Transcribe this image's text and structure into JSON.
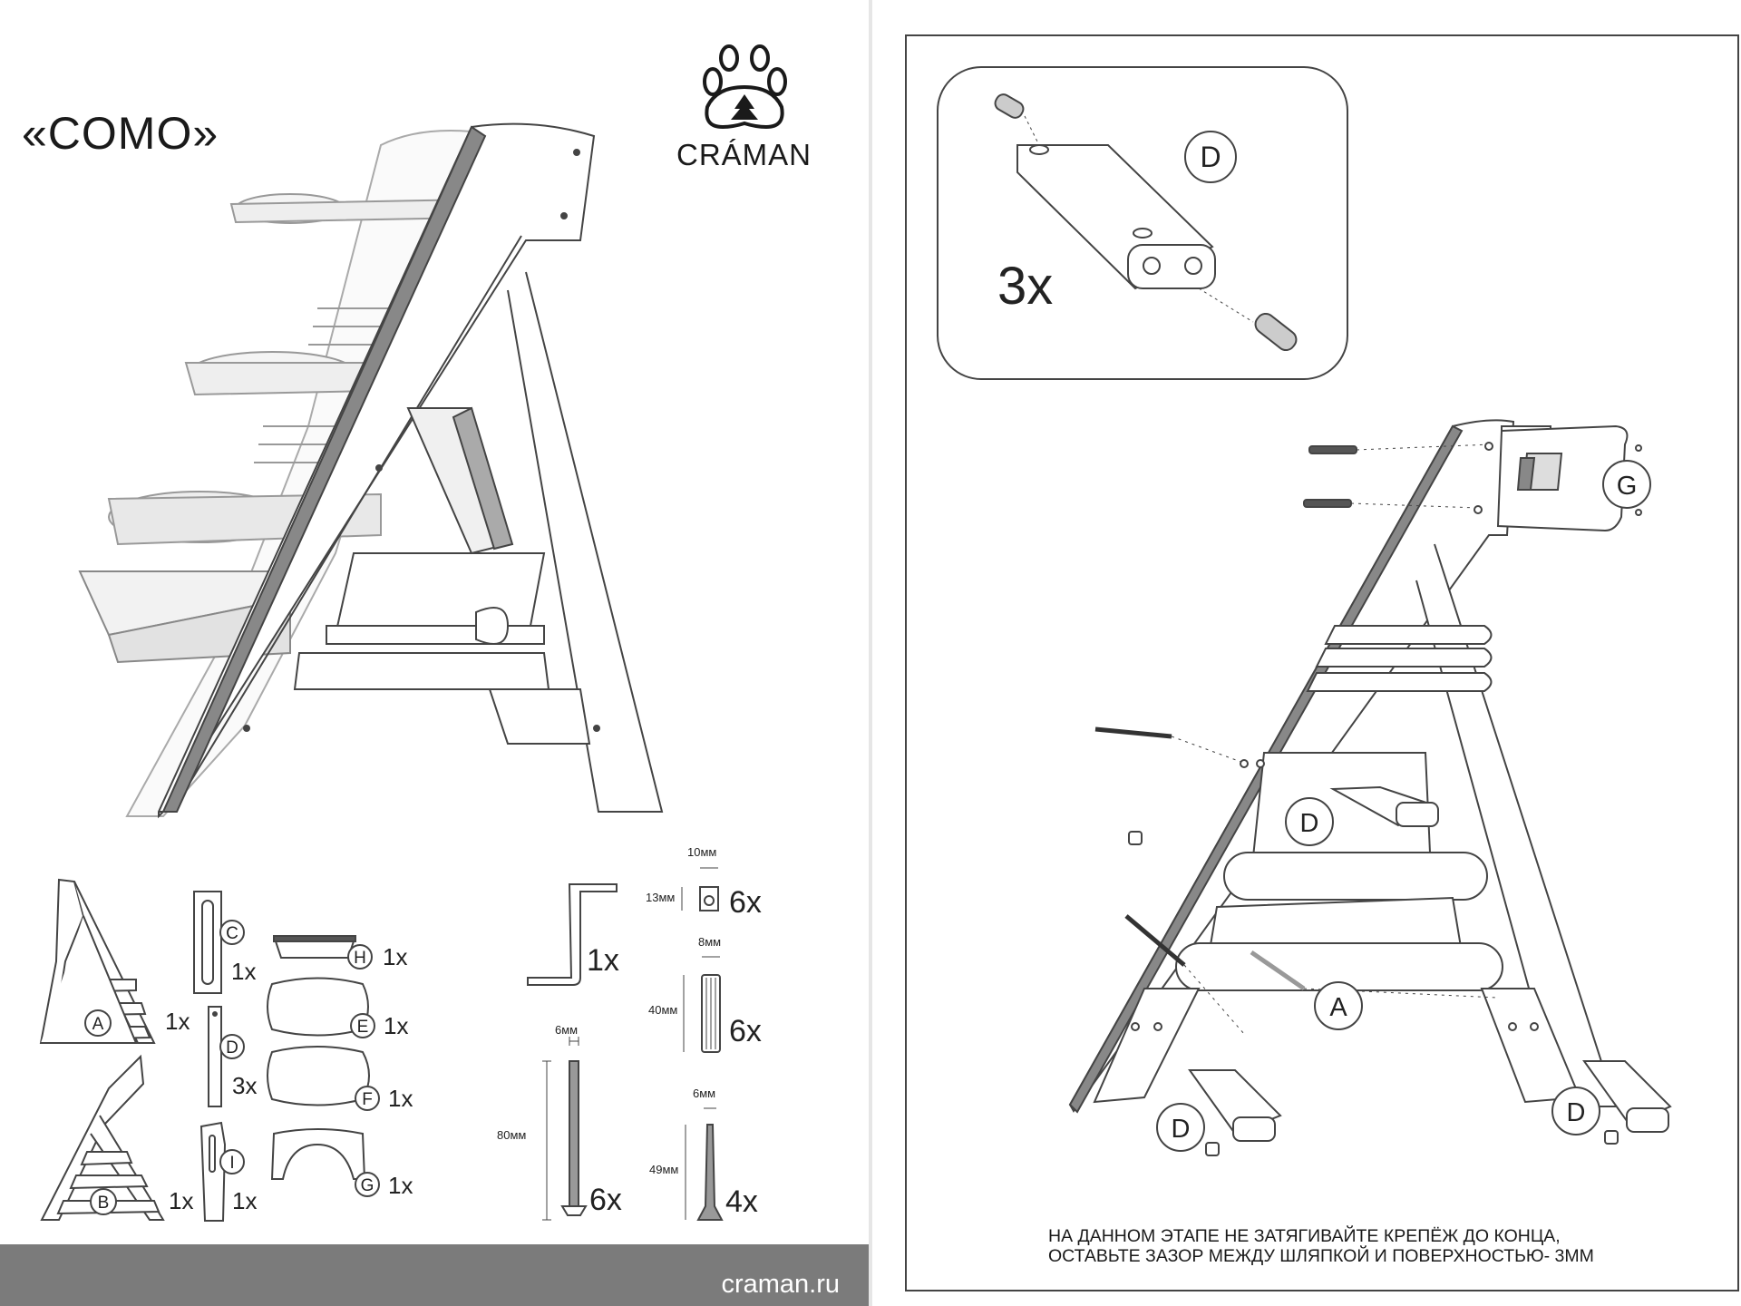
{
  "left_page": {
    "title": "«COMO»",
    "brand": "CRÁMAN",
    "footer_url": "craman.ru",
    "parts": [
      {
        "letter": "A",
        "qty": "1x"
      },
      {
        "letter": "B",
        "qty": "1x"
      },
      {
        "letter": "C",
        "qty": "1x"
      },
      {
        "letter": "D",
        "qty": "3x"
      },
      {
        "letter": "I",
        "qty": "1x"
      },
      {
        "letter": "H",
        "qty": "1x"
      },
      {
        "letter": "E",
        "qty": "1x"
      },
      {
        "letter": "F",
        "qty": "1x"
      },
      {
        "letter": "G",
        "qty": "1x"
      }
    ],
    "hardware": {
      "hex_key": {
        "qty": "1x"
      },
      "bolt": {
        "qty": "6x",
        "width": "6мм",
        "length": "80мм"
      },
      "nut": {
        "qty": "6x",
        "width": "10мм",
        "height": "13мм"
      },
      "dowel": {
        "qty": "6x",
        "width": "8мм",
        "length": "40мм"
      },
      "screw": {
        "qty": "4x",
        "width": "6мм",
        "length": "49мм"
      }
    }
  },
  "right_page": {
    "inset": {
      "qty": "3x",
      "part": "D"
    },
    "labels": {
      "g": "G",
      "d1": "D",
      "d2": "D",
      "d3": "D",
      "a": "A"
    },
    "note_line1": "НА ДАННОМ ЭТАПЕ НЕ ЗАТЯГИВАЙТЕ КРЕПЁЖ ДО КОНЦА,",
    "note_line2": "ОСТАВЬТЕ ЗАЗОР МЕЖДУ ШЛЯПКОЙ И ПОВЕРХНОСТЬЮ- 3ММ"
  }
}
